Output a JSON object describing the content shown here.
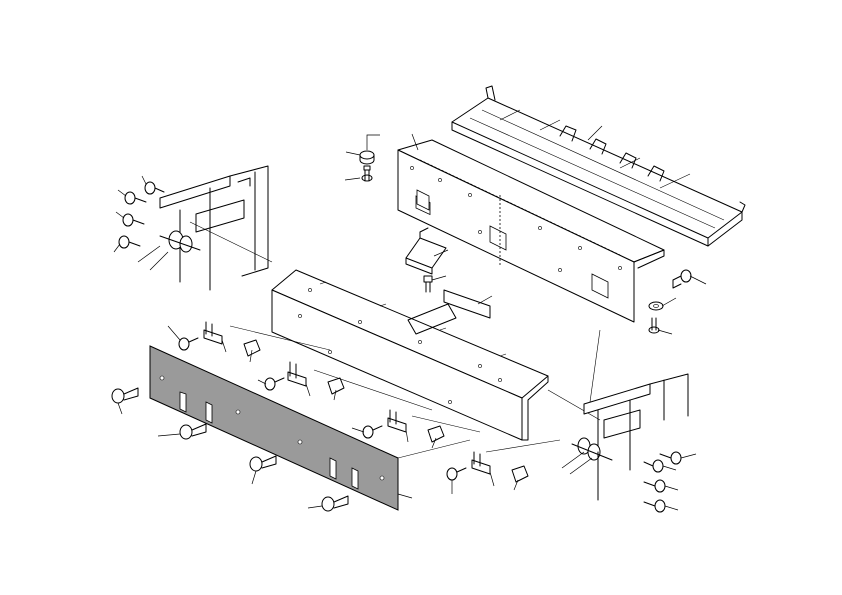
{
  "diagram": {
    "kind": "exploded-parts-view",
    "colors": {
      "line": "#000000",
      "background": "#ffffff",
      "shaded_plate": "#9a9a9a"
    },
    "parts": [
      "upper-guide-plate",
      "rear-frame",
      "center-frame",
      "front-cover-plate",
      "left-side-frame",
      "right-side-frame",
      "mounting-bracket",
      "label-plate",
      "screws",
      "bushings",
      "sensor-brackets",
      "sensors"
    ]
  }
}
